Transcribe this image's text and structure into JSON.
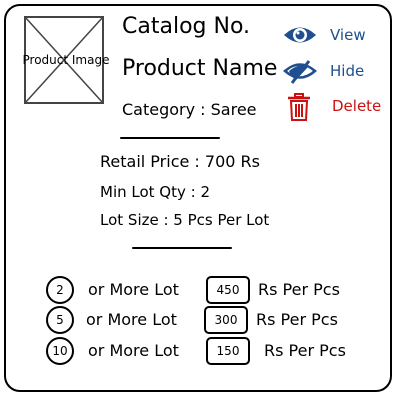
{
  "product": {
    "image_label": "Product Image",
    "catalog_no": "Catalog No.",
    "name": "Product Name",
    "category": "Category : Saree"
  },
  "actions": {
    "view_label": "View",
    "hide_label": "Hide",
    "delete_label": "Delete",
    "view_icon": "eye-icon",
    "hide_icon": "eye-slash-icon",
    "delete_icon": "trash-icon",
    "accent_color": "#1f4f8f",
    "delete_color": "#cc1111"
  },
  "pricing": {
    "retail_price": "Retail Price : 700 Rs",
    "min_lot_qty": "Min Lot Qty : 2",
    "lot_size": "Lot Size : 5 Pcs Per Lot"
  },
  "tiers": [
    {
      "count": "2",
      "label": "or More Lot",
      "price": "450",
      "unit": "Rs Per Pcs"
    },
    {
      "count": "5",
      "label": "or More Lot",
      "price": "300",
      "unit": "Rs Per Pcs"
    },
    {
      "count": "10",
      "label": "or More Lot",
      "price": "150",
      "unit": "Rs Per Pcs"
    }
  ]
}
